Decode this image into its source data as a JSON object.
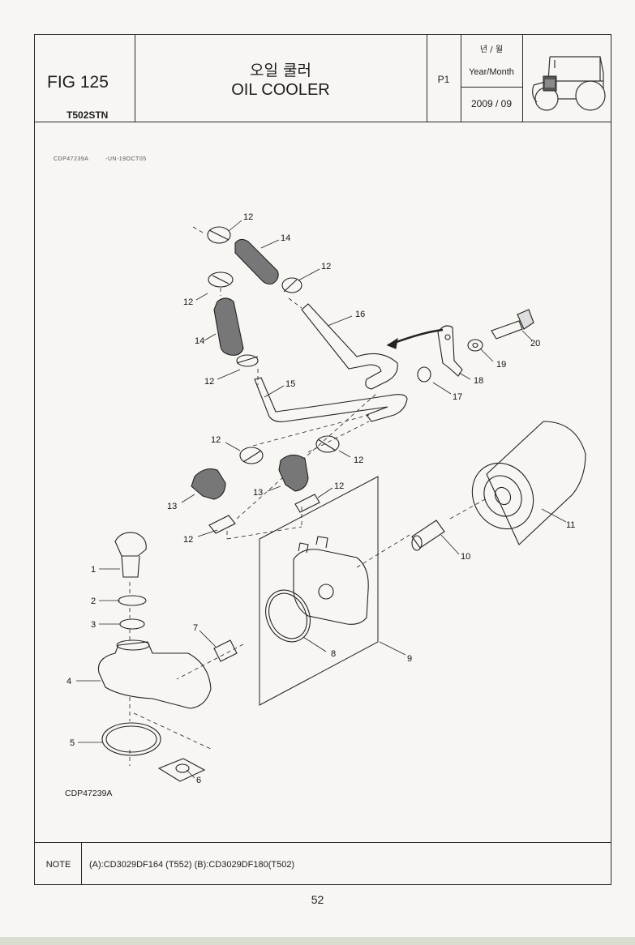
{
  "header": {
    "figure": "FIG 125",
    "model": "T502STN",
    "title_korean": "오일 쿨러",
    "title_english": "OIL COOLER",
    "page_code": "P1",
    "year_month_korean": "년 / 월",
    "year_month_label": "Year/Month",
    "date": "2009 / 09"
  },
  "drawing": {
    "code_top": "CDP47239A",
    "code_top_suffix": "-UN-19OCT05",
    "code_bottom": "CDP47239A",
    "callouts": [
      "1",
      "2",
      "3",
      "4",
      "5",
      "6",
      "7",
      "8",
      "9",
      "10",
      "11",
      "12",
      "13",
      "14",
      "15",
      "16",
      "17",
      "18",
      "19",
      "20"
    ]
  },
  "note": {
    "label": "NOTE",
    "text": "(A):CD3029DF164 (T552)  (B):CD3029DF180(T502)"
  },
  "page_number": "52",
  "icons": [
    "tractor-icon"
  ]
}
